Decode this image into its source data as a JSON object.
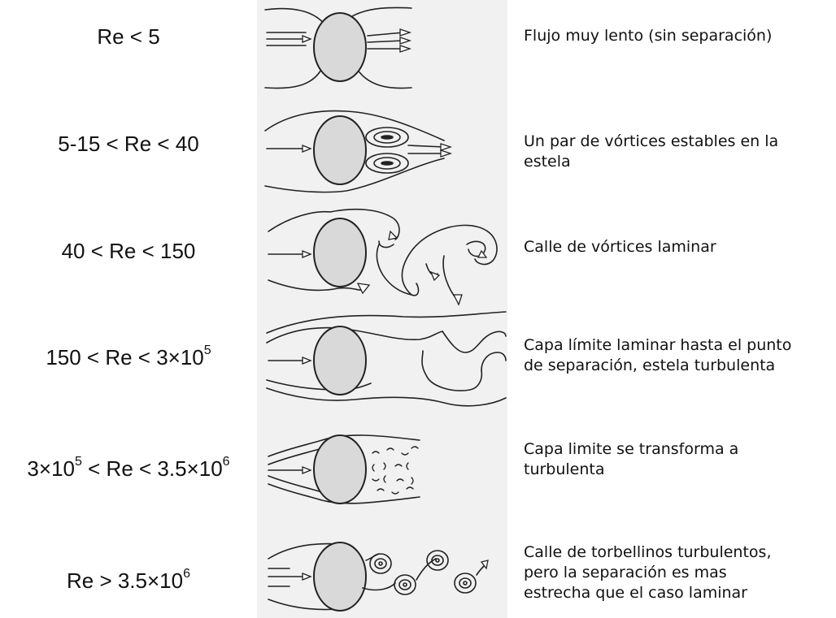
{
  "regimes": [
    {
      "label": {
        "pre": "Re < 5",
        "sup1": "",
        "mid": "",
        "sup2": ""
      },
      "description": [
        "Flujo muy lento (sin separación)"
      ]
    },
    {
      "label": {
        "pre": "5-15 < Re < 40",
        "sup1": "",
        "mid": "",
        "sup2": ""
      },
      "description": [
        "Un par de vórtices estables en la",
        "estela"
      ]
    },
    {
      "label": {
        "pre": "40 < Re < 150",
        "sup1": "",
        "mid": "",
        "sup2": ""
      },
      "description": [
        "Calle de vórtices laminar"
      ]
    },
    {
      "label": {
        "pre": "150 < Re < 3×10",
        "sup1": "5",
        "mid": "",
        "sup2": ""
      },
      "description": [
        "Capa límite laminar hasta el punto",
        "de separación, estela turbulenta"
      ]
    },
    {
      "label": {
        "pre": "3×10",
        "sup1": "5",
        "mid": " < Re < 3.5×10",
        "sup2": "6"
      },
      "description": [
        "Capa limite se transforma a",
        "turbulenta"
      ]
    },
    {
      "label": {
        "pre": "Re > 3.5×10",
        "sup1": "6",
        "mid": "",
        "sup2": ""
      },
      "description": [
        "Calle de torbellinos turbulentos,",
        "pero la separación es mas",
        "estrecha que el caso laminar"
      ]
    }
  ]
}
